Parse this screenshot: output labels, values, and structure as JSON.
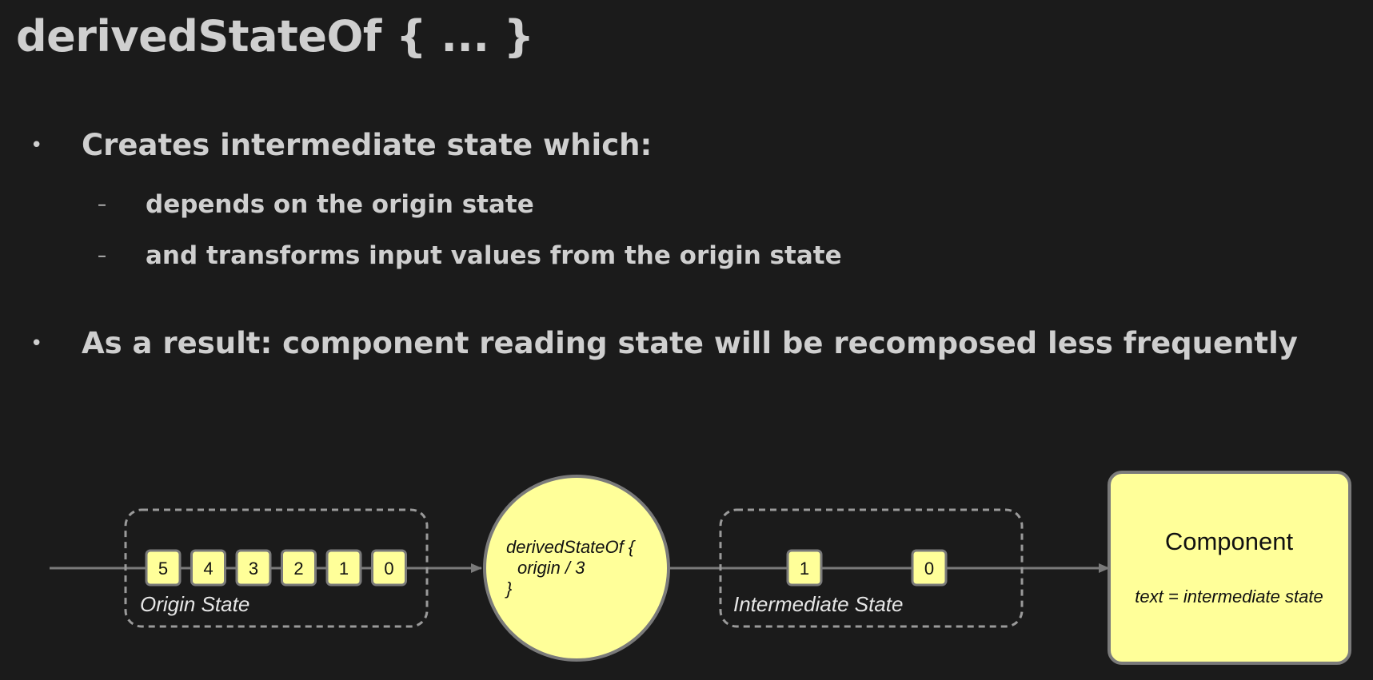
{
  "title": "derivedStateOf { ... }",
  "bullets": [
    {
      "text": "Creates intermediate state which:",
      "subitems": [
        "depends on the origin state",
        "and transforms input values from the origin state"
      ]
    },
    {
      "text": "As a result: component reading state will be recomposed less frequently"
    }
  ],
  "diagram": {
    "origin_label": "Origin State",
    "origin_values": [
      "5",
      "4",
      "3",
      "2",
      "1",
      "0"
    ],
    "derived_lines": [
      "derivedStateOf {",
      "origin / 3",
      "}"
    ],
    "intermediate_label": "Intermediate State",
    "intermediate_values": [
      "1",
      "0"
    ],
    "component_title": "Component",
    "component_text": "text = intermediate state",
    "colors": {
      "node_fill": "#ffff99",
      "stroke": "#7a7a7a",
      "dashed": "#9a9a9a"
    }
  }
}
